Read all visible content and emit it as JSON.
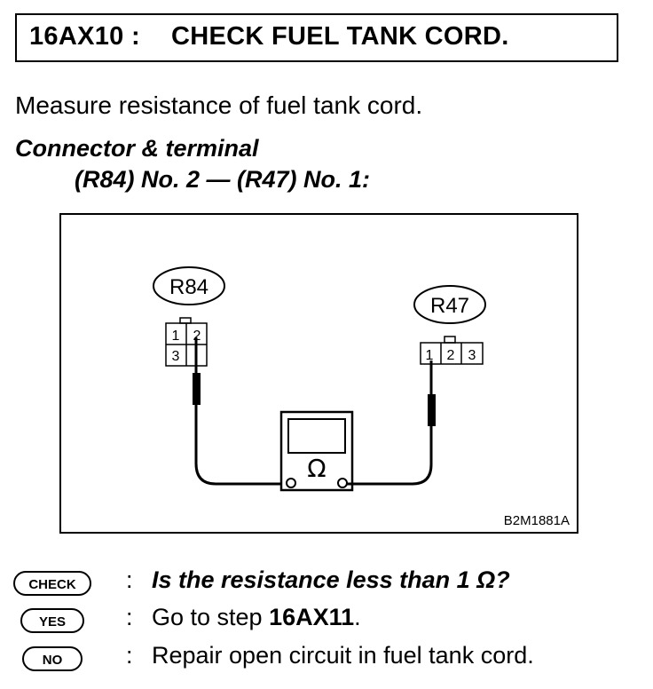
{
  "header": {
    "code": "16AX10 :",
    "title": "CHECK FUEL TANK CORD."
  },
  "intro": "Measure resistance of fuel tank cord.",
  "connector": {
    "heading": "Connector & terminal",
    "spec": "(R84) No. 2 — (R47) No. 1:"
  },
  "diagram": {
    "connector_left": {
      "label": "R84",
      "pins": [
        "1",
        "2",
        "3"
      ]
    },
    "connector_right": {
      "label": "R47",
      "pins": [
        "1",
        "2",
        "3"
      ]
    },
    "meter_symbol": "Ω",
    "figure_id": "B2M1881A",
    "icons": [
      "ohmmeter-icon",
      "connector-icon",
      "probe-icon"
    ]
  },
  "checks": [
    {
      "badge": "CHECK",
      "colon": ":",
      "text": "Is the resistance less than 1 Ω?"
    },
    {
      "badge": "YES",
      "colon": ":",
      "text_pre": "Go to step ",
      "text_bold": "16AX11",
      "text_post": "."
    },
    {
      "badge": "NO",
      "colon": ":",
      "text": "Repair open circuit in fuel tank cord."
    }
  ]
}
